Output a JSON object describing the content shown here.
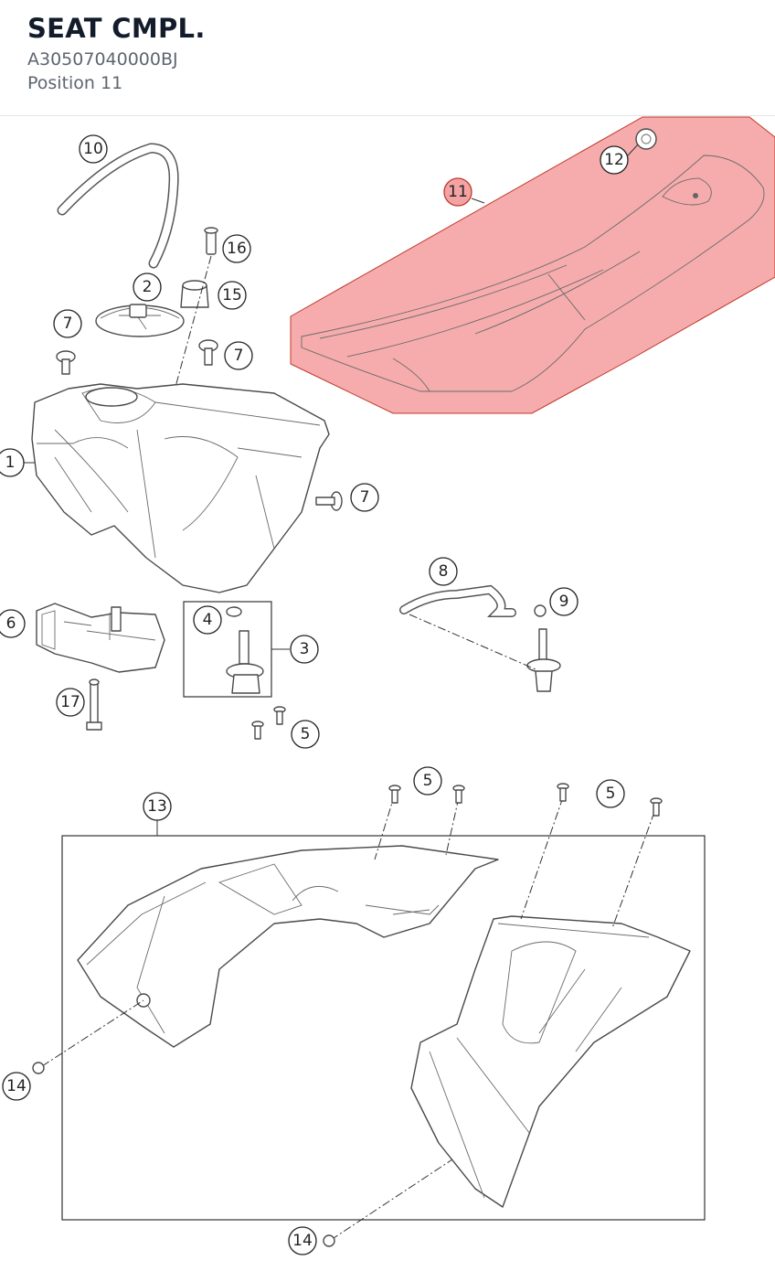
{
  "header": {
    "title": "SEAT CMPL.",
    "part_number": "A30507040000BJ",
    "position": "Position 11"
  },
  "colors": {
    "highlight": "#f5a5a5",
    "highlight_stroke": "#c0392b",
    "title": "#131c2b",
    "subtitle": "#5d6570"
  },
  "callouts": {
    "c1": "1",
    "c2": "2",
    "c3": "3",
    "c4": "4",
    "c5a": "5",
    "c5b": "5",
    "c5c": "5",
    "c6": "6",
    "c7a": "7",
    "c7b": "7",
    "c7c": "7",
    "c8": "8",
    "c9": "9",
    "c10": "10",
    "c11": "11",
    "c12": "12",
    "c13": "13",
    "c14a": "14",
    "c14b": "14",
    "c15": "15",
    "c16": "16",
    "c17": "17"
  },
  "selected_position": "11"
}
